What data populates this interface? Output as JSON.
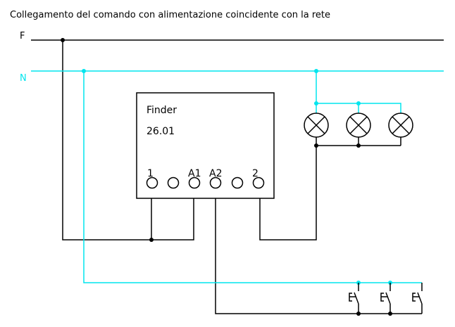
{
  "title": "Collegamento del comando con alimentazione coincidente con la rete",
  "lines": {
    "phase": "F",
    "neutral": "N"
  },
  "relay": {
    "brand": "Finder",
    "model": "26.01",
    "terminals": [
      "1",
      "A1",
      "A2",
      "2"
    ]
  },
  "colors": {
    "phase": "#000000",
    "neutral": "#00e5ee"
  },
  "lamps_count": 3,
  "pushbuttons_count": 3
}
